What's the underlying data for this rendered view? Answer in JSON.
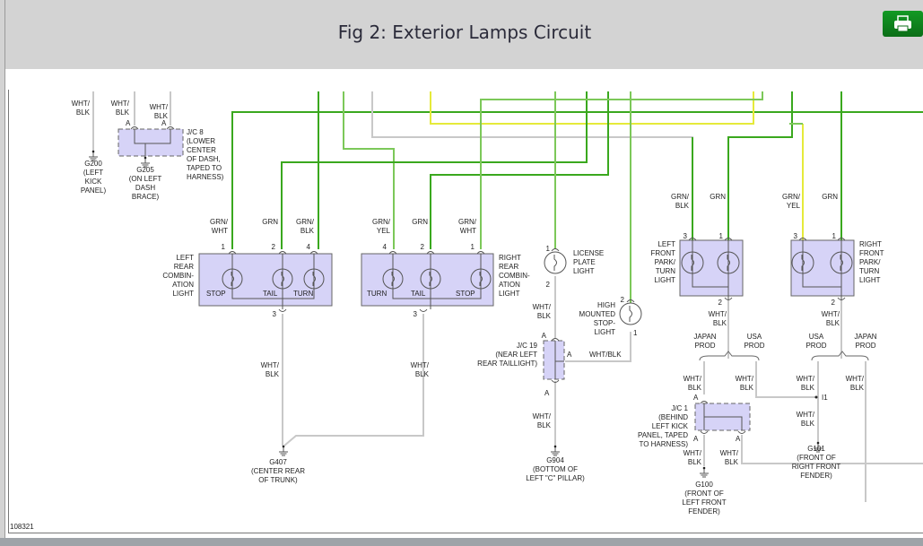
{
  "header": {
    "title": "Fig 2: Exterior Lamps Circuit",
    "print_icon": "printer-icon"
  },
  "colors": {
    "wire_green": "#3aa81e",
    "wire_green_light": "#7cc859",
    "wire_yellow": "#e5ea3a",
    "wire_white": "#c8c8c8",
    "component_fill": "#d6d3f7",
    "print_button": "#0f8a1f"
  },
  "figure_id": "108321",
  "grounds": {
    "g200": {
      "wire": [
        "WHT/",
        "BLK"
      ],
      "label": [
        "G200",
        "(LEFT",
        "KICK",
        "PANEL)"
      ]
    },
    "g205": {
      "label": [
        "G205",
        "(ON LEFT",
        "DASH",
        "BRACE)"
      ]
    },
    "g407": {
      "label": [
        "G407",
        "(CENTER REAR",
        "OF TRUNK)"
      ]
    },
    "g904": {
      "label": [
        "G904",
        "(BOTTOM OF",
        "LEFT \"C\" PILLAR)"
      ]
    },
    "g100": {
      "label": [
        "G100",
        "(FRONT OF",
        "LEFT FRONT",
        "FENDER)"
      ]
    },
    "g101": {
      "label": [
        "G101",
        "(FRONT OF",
        "RIGHT FRONT",
        "FENDER)"
      ]
    }
  },
  "junctions": {
    "jc8": {
      "label": [
        "J/C 8",
        "(LOWER",
        "CENTER",
        "OF DASH,",
        "TAPED TO",
        "HARNESS)"
      ],
      "wires": [
        [
          "WHT/",
          "BLK"
        ],
        [
          "WHT/",
          "BLK"
        ]
      ],
      "pins": [
        "A",
        "A"
      ]
    },
    "jc19": {
      "label": [
        "J/C 19",
        "(NEAR LEFT",
        "REAR TAILLIGHT)"
      ],
      "pins": [
        "A",
        "A",
        "A"
      ]
    },
    "jc1": {
      "label": [
        "J/C 1",
        "(BEHIND",
        "LEFT KICK",
        "PANEL, TAPED",
        "TO HARNESS)"
      ],
      "pins": [
        "A",
        "A",
        "A"
      ]
    },
    "i1": "I1"
  },
  "components": {
    "left_rear": {
      "label": [
        "LEFT",
        "REAR",
        "COMBIN-",
        "ATION",
        "LIGHT"
      ],
      "wires": [
        [
          "GRN/",
          "WHT"
        ],
        [
          "GRN"
        ],
        [
          "GRN/",
          "BLK"
        ]
      ],
      "pins": [
        "1",
        "2",
        "4",
        "3"
      ],
      "bulbs": [
        "STOP",
        "TAIL",
        "TURN"
      ],
      "ground_wire": [
        "WHT/",
        "BLK"
      ]
    },
    "right_rear": {
      "label": [
        "RIGHT",
        "REAR",
        "COMBIN-",
        "ATION",
        "LIGHT"
      ],
      "wires": [
        [
          "GRN/",
          "YEL"
        ],
        [
          "GRN"
        ],
        [
          "GRN/",
          "WHT"
        ]
      ],
      "pins": [
        "4",
        "2",
        "1",
        "3"
      ],
      "bulbs": [
        "TURN",
        "TAIL",
        "STOP"
      ],
      "ground_wire": [
        "WHT/",
        "BLK"
      ]
    },
    "license": {
      "label": [
        "LICENSE",
        "PLATE",
        "LIGHT"
      ],
      "pins": [
        "1",
        "2"
      ],
      "ground_wire": [
        "WHT/",
        "BLK"
      ]
    },
    "hmsl": {
      "label": [
        "HIGH",
        "MOUNTED",
        "STOP-",
        "LIGHT"
      ],
      "pins": [
        "2",
        "1"
      ],
      "wire": "WHT/BLK"
    },
    "left_front": {
      "label": [
        "LEFT",
        "FRONT",
        "PARK/",
        "TURN",
        "LIGHT"
      ],
      "wires": [
        [
          "GRN/",
          "BLK"
        ],
        [
          "GRN"
        ]
      ],
      "pins": [
        "3",
        "1",
        "2"
      ],
      "ground_wire": [
        "WHT/",
        "BLK"
      ],
      "options": [
        [
          "JAPAN",
          "PROD"
        ],
        [
          "USA",
          "PROD"
        ]
      ]
    },
    "right_front": {
      "label": [
        "RIGHT",
        "FRONT",
        "PARK/",
        "TURN",
        "LIGHT"
      ],
      "wires": [
        [
          "GRN/",
          "YEL"
        ],
        [
          "GRN"
        ]
      ],
      "pins": [
        "3",
        "1",
        "2"
      ],
      "ground_wire": [
        "WHT/",
        "BLK"
      ],
      "options": [
        [
          "USA",
          "PROD"
        ],
        [
          "JAPAN",
          "PROD"
        ]
      ]
    }
  },
  "misc_wires": {
    "jc19_bottom": [
      "WHT/",
      "BLK"
    ],
    "jc1_top_left": [
      "WHT/",
      "BLK"
    ],
    "jc1_top_right": [
      "WHT/",
      "BLK"
    ],
    "jc1_bot_left": [
      "WHT/",
      "BLK"
    ],
    "jc1_bot_right": [
      "WHT/",
      "BLK"
    ],
    "i1_top": [
      "WHT/",
      "BLK"
    ],
    "i1_bot": [
      "WHT/",
      "BLK"
    ],
    "right_japan": [
      "WHT/",
      "BLK"
    ]
  }
}
